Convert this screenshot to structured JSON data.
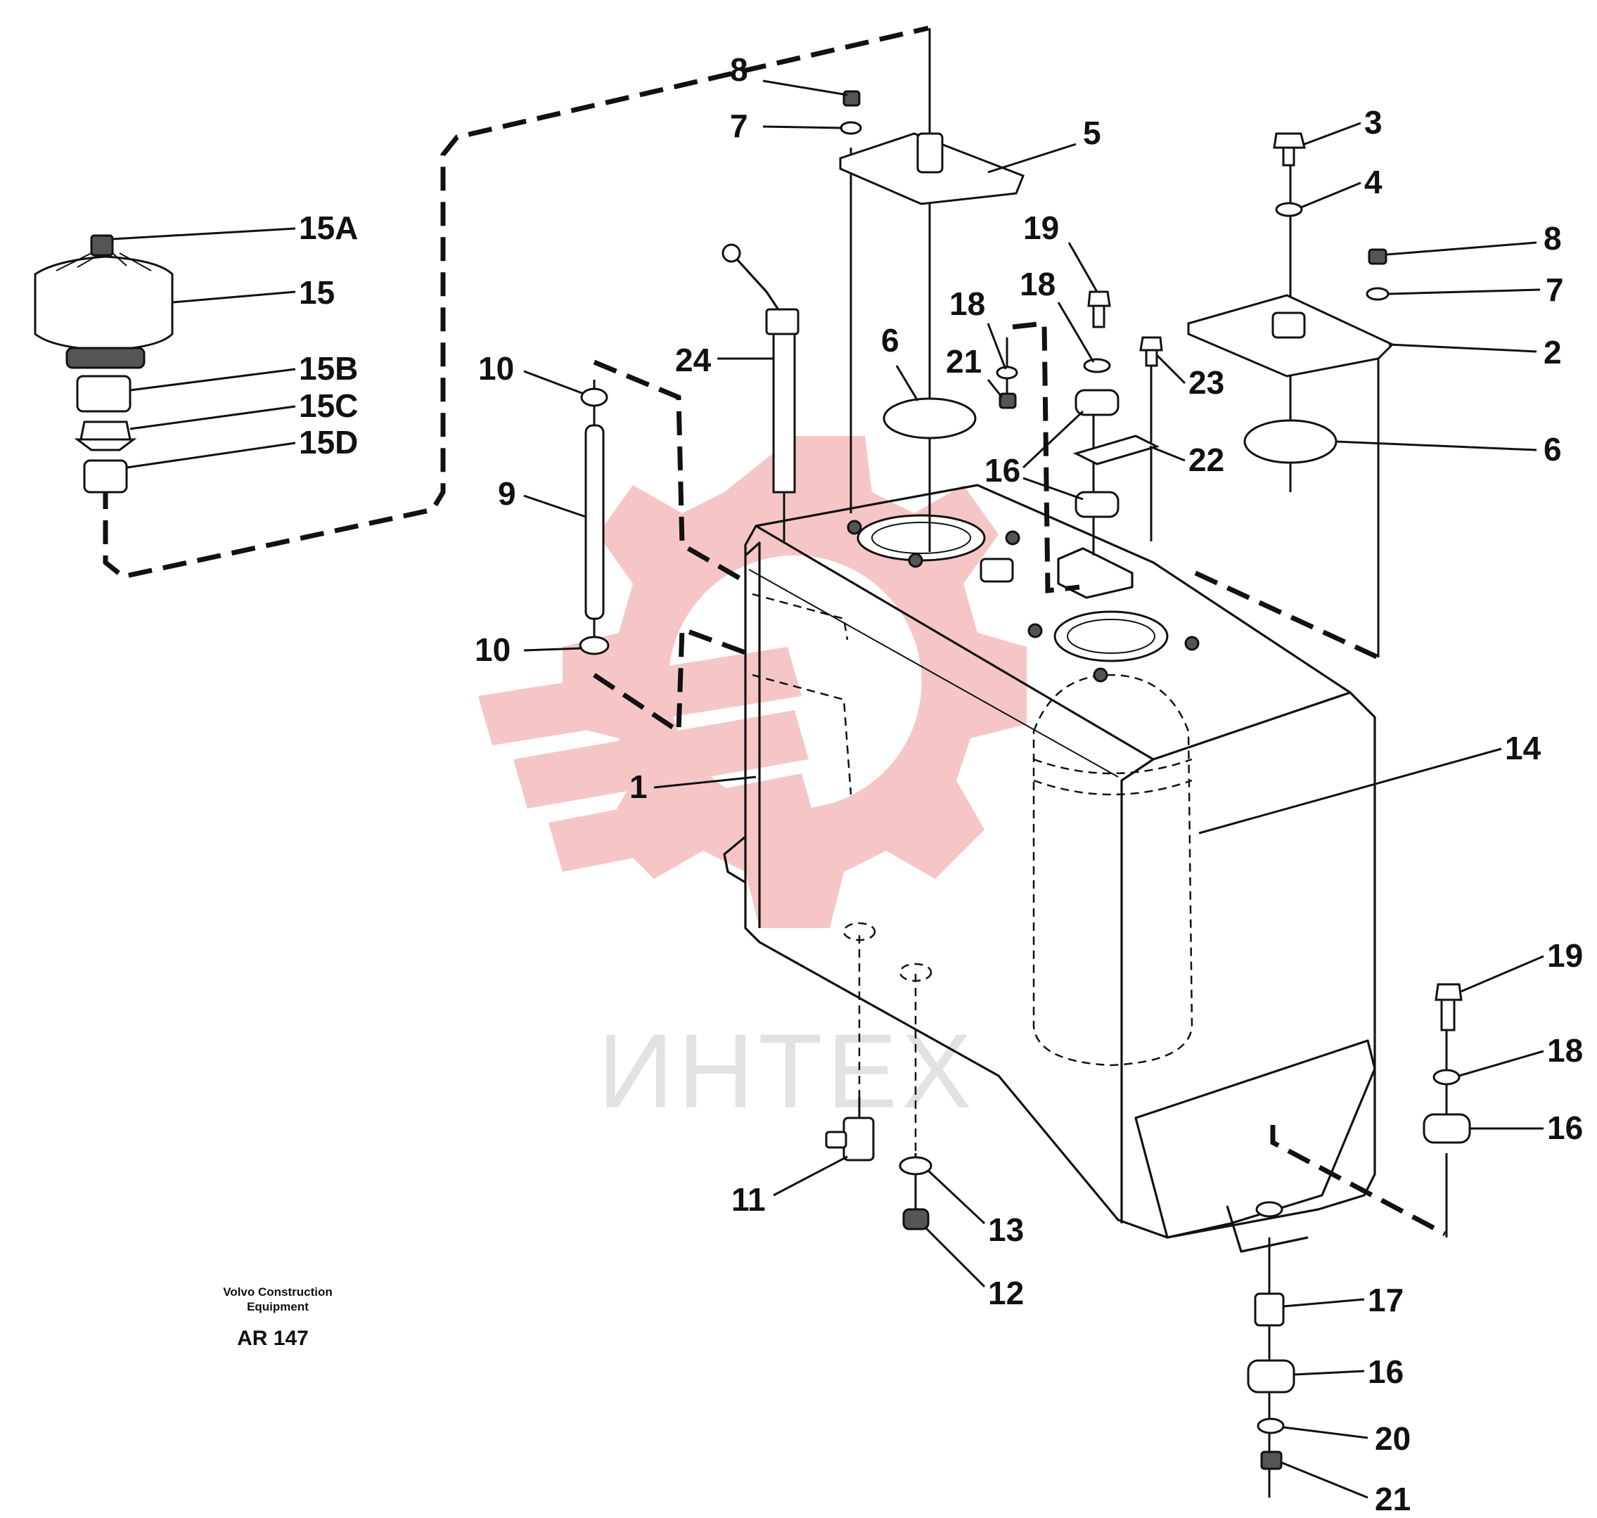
{
  "watermark": {
    "text": "ИНТЕХ",
    "color": "#f3b3b3"
  },
  "footer": {
    "company_line1": "Volvo Construction",
    "company_line2": "Equipment",
    "drawing_code": "AR 147"
  },
  "callouts": {
    "c1": "1",
    "c2": "2",
    "c3": "3",
    "c4": "4",
    "c5": "5",
    "c6a": "6",
    "c6b": "6",
    "c7a": "7",
    "c7b": "7",
    "c8a": "8",
    "c8b": "8",
    "c9": "9",
    "c10a": "10",
    "c10b": "10",
    "c11": "11",
    "c12": "12",
    "c13": "13",
    "c14": "14",
    "c15": "15",
    "c15a": "15A",
    "c15b": "15B",
    "c15c": "15C",
    "c15d": "15D",
    "c16a": "16",
    "c16b": "16",
    "c16c": "16",
    "c17": "17",
    "c18a": "18",
    "c18b": "18",
    "c18c": "18",
    "c19a": "19",
    "c19b": "19",
    "c20": "20",
    "c21a": "21",
    "c21b": "21",
    "c22": "22",
    "c23": "23",
    "c24": "24"
  }
}
